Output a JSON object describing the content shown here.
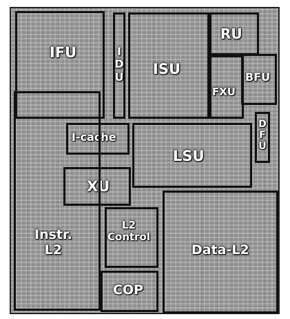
{
  "regions": {
    "ifu": "IFU",
    "idu": [
      "I",
      "D",
      "U"
    ],
    "isu": "ISU",
    "ru": "RU",
    "bfu": "BFU",
    "fxu": "FXU",
    "dfu": [
      "D",
      "F",
      "U"
    ],
    "icache": "I-cache",
    "lsu": "LSU",
    "xu": "XU",
    "instr_l2": [
      "Instr.",
      "L2"
    ],
    "l2_control": [
      "L2",
      "Control"
    ],
    "data_l2": "Data-L2",
    "cop": "COP"
  },
  "colors": {
    "outline": "#111111",
    "label": "#ffffff",
    "die": "#8f8f8f"
  }
}
